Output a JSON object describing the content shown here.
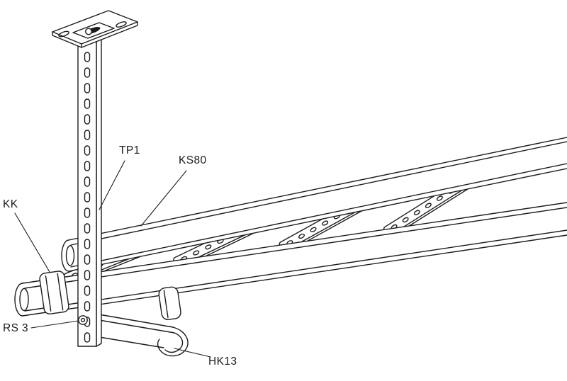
{
  "figure": {
    "background_color": "#ffffff",
    "line_color": "#1c1c1c",
    "labels": {
      "kk": "KK",
      "tp1": "TP1",
      "ks80": "KS80",
      "rs3": "RS 3",
      "hk13": "HK13"
    }
  }
}
